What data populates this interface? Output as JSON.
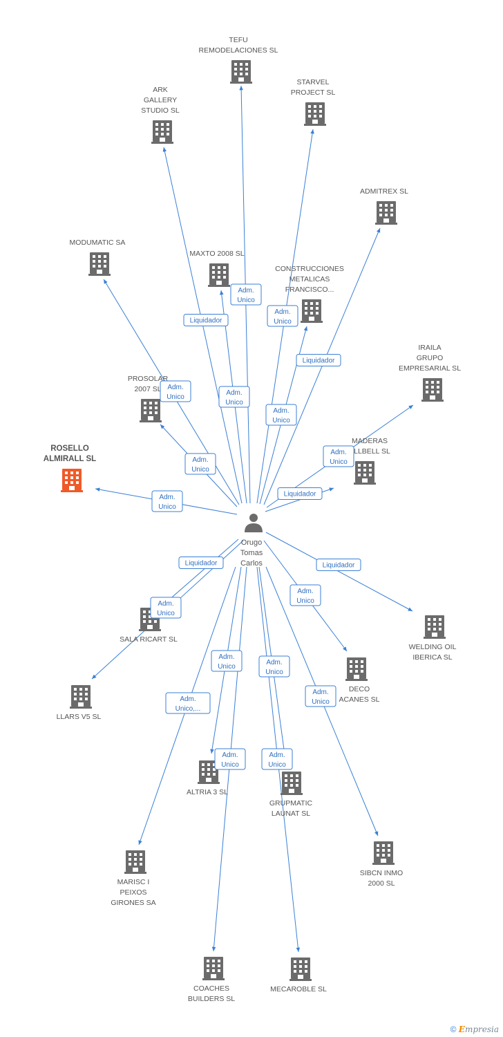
{
  "person": {
    "label_lines": [
      "Orugo",
      "Tomas",
      "Carlos"
    ]
  },
  "companies": [
    {
      "id": "tefu",
      "lines": [
        "TEFU",
        "REMODELACIONES SL"
      ]
    },
    {
      "id": "starvel",
      "lines": [
        "STARVEL",
        "PROJECT SL"
      ]
    },
    {
      "id": "ark",
      "lines": [
        "ARK",
        "GALLERY",
        "STUDIO SL"
      ]
    },
    {
      "id": "admitrex",
      "lines": [
        "ADMITREX SL"
      ]
    },
    {
      "id": "modumatic",
      "lines": [
        "MODUMATIC SA"
      ]
    },
    {
      "id": "maxto",
      "lines": [
        "MAXTO 2008 SL"
      ]
    },
    {
      "id": "construcciones",
      "lines": [
        "CONSTRUCCIONES",
        "METALICAS",
        "FRANCISCO..."
      ]
    },
    {
      "id": "iraila",
      "lines": [
        "IRAILA",
        "GRUPO",
        "EMPRESARIAL SL"
      ]
    },
    {
      "id": "prosolar",
      "lines": [
        "PROSOLAR",
        "2007 SL"
      ]
    },
    {
      "id": "maderas",
      "lines": [
        "MADERAS",
        "ELLBELL SL"
      ]
    },
    {
      "id": "rosello",
      "lines": [
        "ROSELLO",
        "ALMIRALL SL"
      ],
      "highlight": true
    },
    {
      "id": "sala",
      "lines": [
        "SALA RICART SL"
      ]
    },
    {
      "id": "welding",
      "lines": [
        "WELDING OIL",
        "IBERICA SL"
      ]
    },
    {
      "id": "deco",
      "lines": [
        "DECO",
        "ACANES SL"
      ]
    },
    {
      "id": "llars",
      "lines": [
        "LLARS V5 SL"
      ]
    },
    {
      "id": "altria",
      "lines": [
        "ALTRIA 3 SL"
      ]
    },
    {
      "id": "grupmatic",
      "lines": [
        "GRUPMATIC",
        "LAUNAT SL"
      ]
    },
    {
      "id": "sibcn",
      "lines": [
        "SIBCN INMO",
        "2000 SL"
      ]
    },
    {
      "id": "marisc",
      "lines": [
        "MARISC I",
        "PEIXOS",
        "GIRONES SA"
      ]
    },
    {
      "id": "coaches",
      "lines": [
        "COACHES",
        "BUILDERS SL"
      ]
    },
    {
      "id": "mecaroble",
      "lines": [
        "MECAROBLE SL"
      ]
    }
  ],
  "relations": [
    {
      "target": "tefu",
      "role_lines": [
        "Adm.",
        "Unico"
      ]
    },
    {
      "target": "starvel",
      "role_lines": [
        "Adm.",
        "Unico"
      ]
    },
    {
      "target": "ark",
      "role_lines": [
        "Liquidador"
      ]
    },
    {
      "target": "admitrex",
      "role_lines": [
        "Liquidador"
      ]
    },
    {
      "target": "modumatic",
      "role_lines": [
        "Adm.",
        "Unico"
      ]
    },
    {
      "target": "maxto",
      "role_lines": [
        "Adm.",
        "Unico"
      ]
    },
    {
      "target": "construcciones",
      "role_lines": [
        "Adm.",
        "Unico"
      ]
    },
    {
      "target": "iraila",
      "role_lines": [
        "Adm.",
        "Unico"
      ]
    },
    {
      "target": "prosolar",
      "role_lines": [
        "Adm.",
        "Unico"
      ]
    },
    {
      "target": "maderas",
      "role_lines": [
        "Liquidador"
      ]
    },
    {
      "target": "rosello",
      "role_lines": [
        "Adm.",
        "Unico"
      ]
    },
    {
      "target": "sala",
      "role_lines": [
        "Liquidador"
      ]
    },
    {
      "target": "llars",
      "role_lines": [
        "Adm.",
        "Unico"
      ]
    },
    {
      "target": "welding",
      "role_lines": [
        "Liquidador"
      ]
    },
    {
      "target": "deco",
      "role_lines": [
        "Adm.",
        "Unico"
      ]
    },
    {
      "target": "altria",
      "role_lines": [
        "Adm.",
        "Unico"
      ]
    },
    {
      "target": "grupmatic",
      "role_lines": [
        "Adm.",
        "Unico"
      ]
    },
    {
      "target": "marisc",
      "role_lines": [
        "Adm.",
        "Unico,..."
      ]
    },
    {
      "target": "coaches",
      "role_lines": [
        "Adm.",
        "Unico"
      ]
    },
    {
      "target": "mecaroble",
      "role_lines": [
        "Adm.",
        "Unico"
      ]
    },
    {
      "target": "sibcn",
      "role_lines": [
        "Adm.",
        "Unico"
      ]
    }
  ],
  "colors": {
    "edge": "#3a7fd5",
    "building": "#6b6b6b",
    "highlight": "#f05a28",
    "person": "#6b6b6b"
  },
  "icons": {
    "company": "building-icon",
    "person": "person-icon"
  },
  "footer": {
    "copyright": "©",
    "brand_initial": "E",
    "brand_rest": "mpresia"
  }
}
